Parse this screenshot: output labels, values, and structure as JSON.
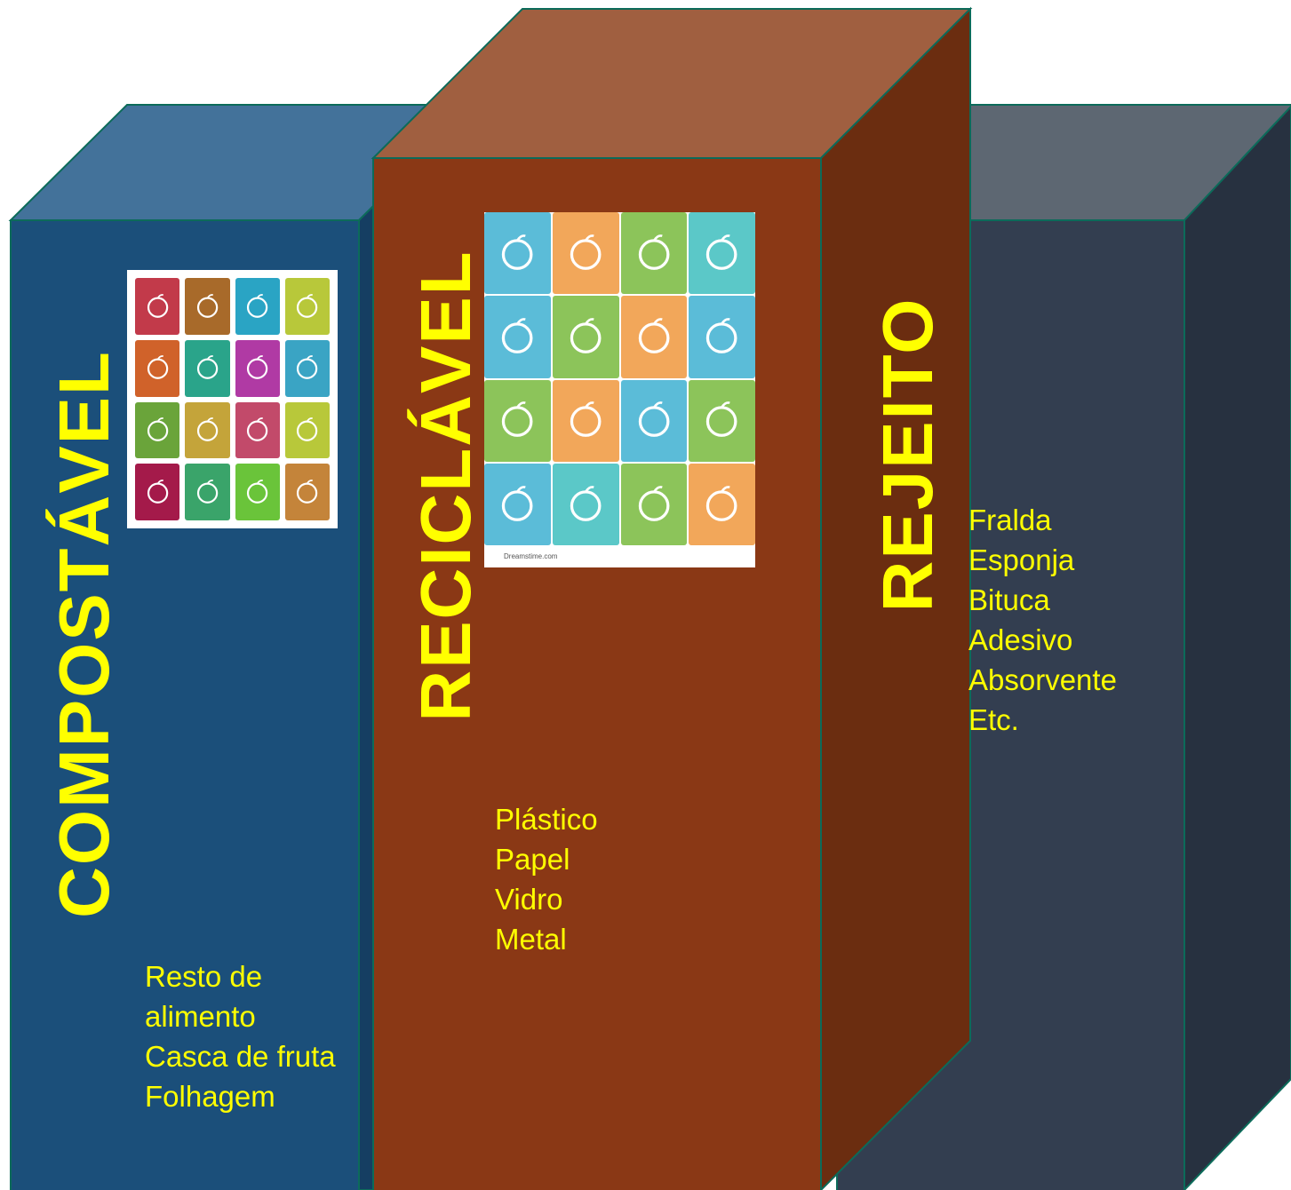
{
  "colors": {
    "compostavel": {
      "front": "#1b4f7a",
      "top": "#43729a",
      "side": "#153e62"
    },
    "reciclavel": {
      "front": "#8a3815",
      "top": "#a05f40",
      "side": "#6b2d10"
    },
    "rejeito": {
      "front": "#333e50",
      "top": "#5d6772",
      "side": "#273140"
    },
    "text": "#ffff00",
    "edge": "#0c6b5a"
  },
  "bins": [
    {
      "title": "COMPOSTÁVEL",
      "items": [
        "Resto de",
        "alimento",
        "Casca de fruta",
        "Folhagem"
      ],
      "icons": [
        "tomato-icon",
        "corn-icon",
        "apple-icon",
        "lemon-icon",
        "eggplant-icon",
        "carrot-icon",
        "pear-icon",
        "grapes-icon",
        "cucumber-icon",
        "mushroom-icon",
        "strawberry-icon",
        "plum-icon",
        "pumpkin-icon",
        "beet-icon",
        "coconut-icon",
        "cherry-icon"
      ],
      "tile_colors": [
        "#c23a4a",
        "#a86a2a",
        "#2aa4c4",
        "#b8c83a",
        "#d0622a",
        "#2aa48a",
        "#b03aa4",
        "#3aa4c4",
        "#6aa43a",
        "#c4a43a",
        "#c24a6a",
        "#b8c83a",
        "#a41a4a",
        "#3aa46a",
        "#6ac43a",
        "#c4843a"
      ]
    },
    {
      "title": "RECICLÁVEL",
      "items": [
        "Plástico",
        "Papel",
        "Vidro",
        "Metal"
      ],
      "icons": [
        "cans-icon",
        "radiation-icon",
        "banana-peel-icon",
        "bottles-icon",
        "spray-bottles-icon",
        "box-icon",
        "battery-icon",
        "test-tubes-icon",
        "pencils-icon",
        "clothes-icon",
        "appliances-icon",
        "tire-icon",
        "book-icon",
        "newspaper-icon",
        "car-icon",
        "armchair-icon"
      ],
      "tile_colors": [
        "#5bbcd8",
        "#f2a75a",
        "#8cc45a",
        "#5bc8c8",
        "#5bbcd8",
        "#8cc45a",
        "#f2a75a",
        "#5bbcd8",
        "#8cc45a",
        "#f2a75a",
        "#5bbcd8",
        "#8cc45a",
        "#5bbcd8",
        "#5bc8c8",
        "#8cc45a",
        "#f2a75a"
      ],
      "watermark": "Dreamstime.com"
    },
    {
      "title": "REJEITO",
      "items": [
        "Fralda",
        "Esponja",
        "Bituca",
        "Adesivo",
        "Absorvente",
        "Etc."
      ]
    }
  ]
}
